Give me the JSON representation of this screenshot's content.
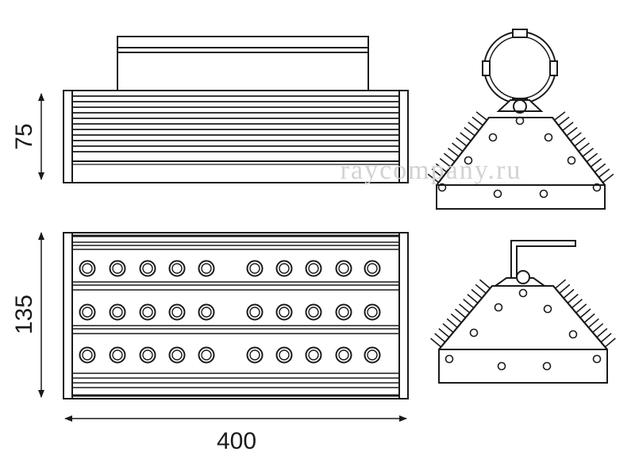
{
  "watermark": "raycompany.ru",
  "dimensions": {
    "height_top": "75",
    "height_bottom": "135",
    "width": "400"
  },
  "colors": {
    "stroke": "#1a1a1a",
    "background": "#ffffff",
    "watermark": "#d2d2d2"
  }
}
